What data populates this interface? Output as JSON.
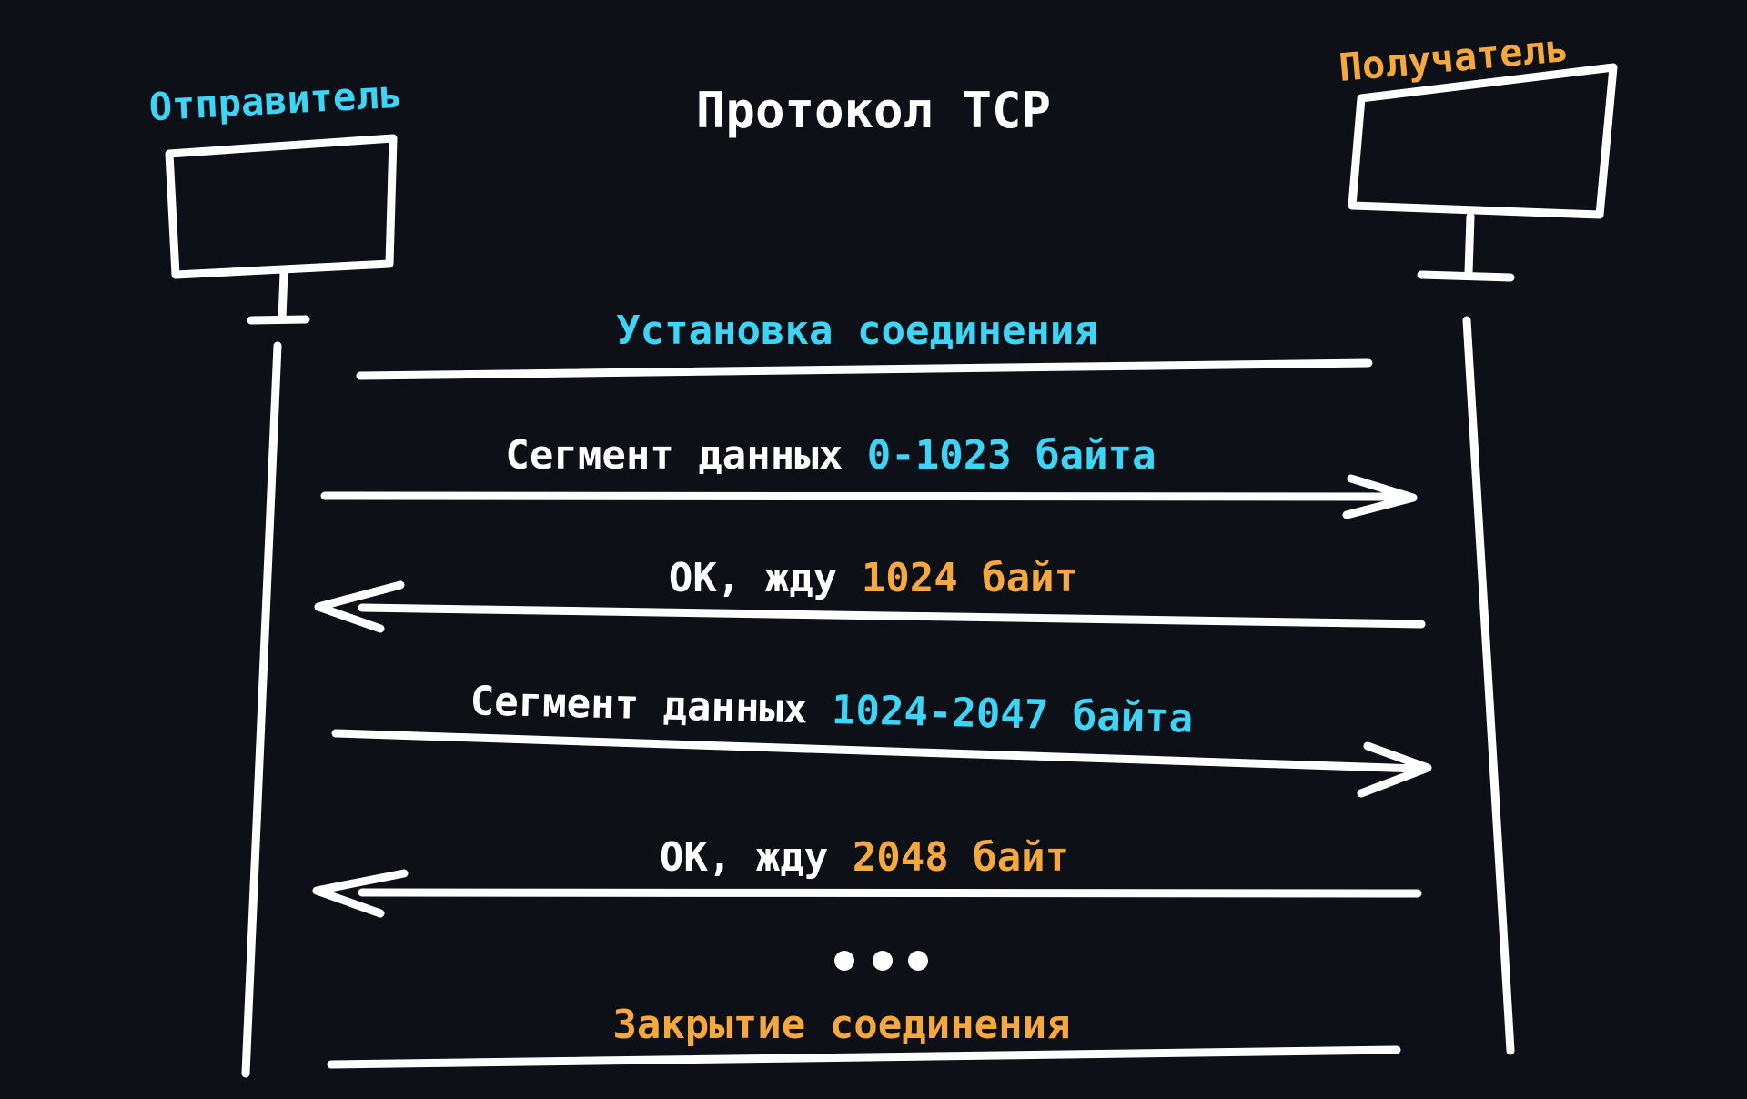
{
  "colors": {
    "background": "#0d1016",
    "white": "#ffffff",
    "cyan": "#3dd4f5",
    "orange": "#f5a83d"
  },
  "title": "Протокол TCP",
  "sender": {
    "label": "Отправитель",
    "icon": "monitor-icon"
  },
  "receiver": {
    "label": "Получатель",
    "icon": "monitor-icon"
  },
  "messages": [
    {
      "parts": [
        {
          "text": "Установка соединения",
          "color": "cyan"
        }
      ],
      "direction": "none"
    },
    {
      "parts": [
        {
          "text": "Сегмент данных ",
          "color": "white"
        },
        {
          "text": "0-1023 байта",
          "color": "cyan"
        }
      ],
      "direction": "right"
    },
    {
      "parts": [
        {
          "text": "ОК, жду ",
          "color": "white"
        },
        {
          "text": "1024 байт",
          "color": "orange"
        }
      ],
      "direction": "left"
    },
    {
      "parts": [
        {
          "text": "Сегмент данных ",
          "color": "white"
        },
        {
          "text": "1024-2047 байта",
          "color": "cyan"
        }
      ],
      "direction": "right"
    },
    {
      "parts": [
        {
          "text": "ОК, жду ",
          "color": "white"
        },
        {
          "text": "2048 байт",
          "color": "orange"
        }
      ],
      "direction": "left"
    },
    {
      "parts": [
        {
          "text": "Закрытие соединения",
          "color": "orange"
        }
      ],
      "direction": "none"
    }
  ],
  "ellipsis": {
    "icon": "ellipsis-icon",
    "count": 3
  }
}
